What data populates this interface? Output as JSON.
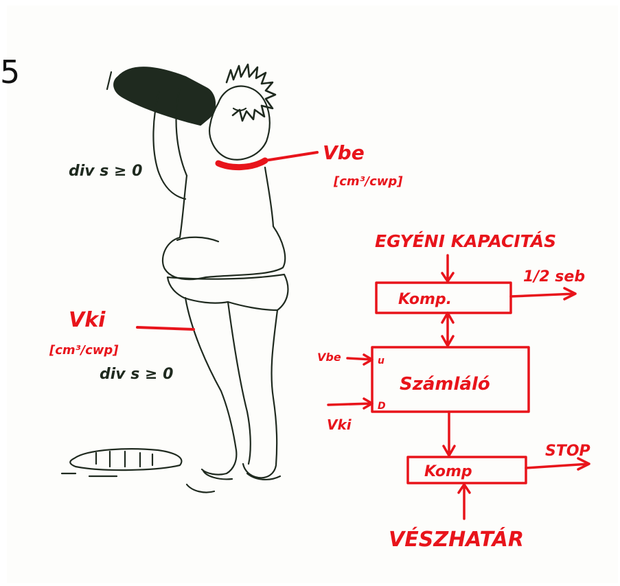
{
  "edge_glyph": "5",
  "colors": {
    "ink": "#1f2a1f",
    "marker": "#e8141b",
    "paper": "#fdfdfb"
  },
  "drinker_labels": {
    "input_flow": "Vbe",
    "input_unit": "[cm³/cwp]",
    "input_divergence": "div s ≥ 0",
    "output_flow": "Vki",
    "output_unit": "[cm³/cwp]",
    "output_divergence": "div s ≥ 0"
  },
  "block_diagram": {
    "top_input": "EGYÉNI KAPACITÁS",
    "comparator_top": "Komp.",
    "comparator_top_output": "1/2 seb",
    "counter": "Számláló",
    "counter_port_up": "u",
    "counter_port_down": "D",
    "counter_input_up": "Vbe",
    "counter_input_down": "Vki",
    "comparator_bottom": "Komp",
    "comparator_bottom_output": "STOP",
    "bottom_input": "VÉSZHATÁR"
  }
}
